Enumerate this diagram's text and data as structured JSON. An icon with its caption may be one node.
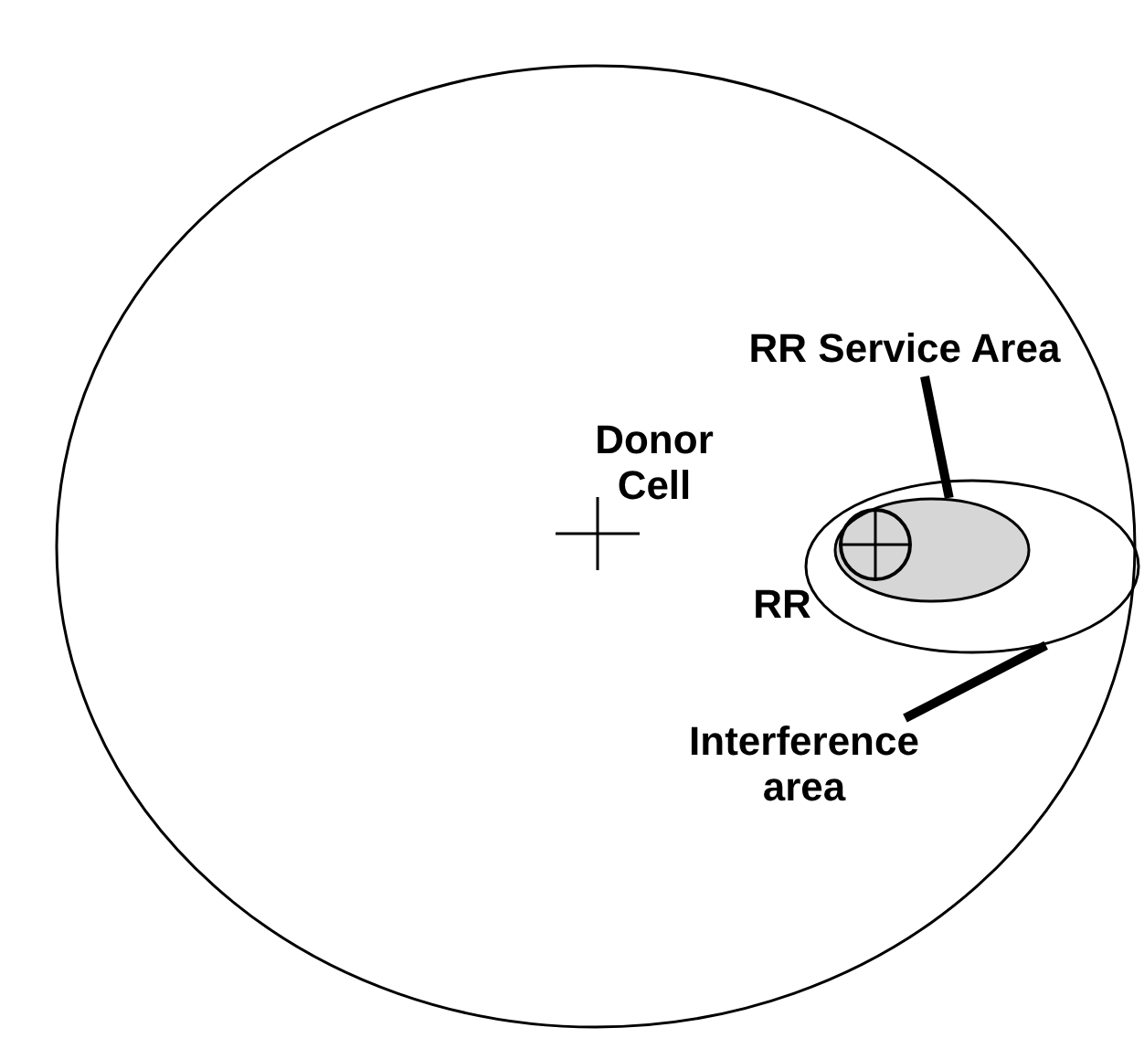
{
  "diagram": {
    "nodes": [
      {
        "text": [
          "Donor Cell"
        ]
      },
      {
        "text": [],
        "shape": "ellipse",
        "in": 0
      },
      {
        "text": [],
        "shape": "ellipse",
        "in": 1
      },
      {
        "text": [
          "RR"
        ],
        "in": 2
      },
      {
        "text": [
          "RR Service Area"
        ],
        "in": 0
      },
      {
        "text": [
          "Interference area"
        ],
        "in": 0
      }
    ],
    "edges": [
      {
        "from": 4,
        "to": 2,
        "arrow": "none"
      },
      {
        "from": 5,
        "to": 1,
        "arrow": "none"
      }
    ]
  }
}
